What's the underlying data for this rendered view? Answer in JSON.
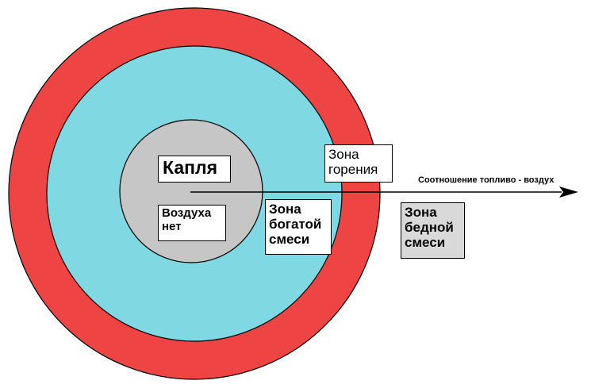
{
  "diagram": {
    "zones": {
      "combustion": {
        "name": "Зона горения",
        "lines": [
          "Зона",
          "горения"
        ],
        "color": "#ef4444"
      },
      "rich": {
        "name": "Зона богатой смеси",
        "lines": [
          "Зона",
          "богатой",
          "смеси"
        ],
        "color": "#7fd8e2"
      },
      "drop": {
        "name": "Капля",
        "color": "#c6c6c6"
      },
      "lean": {
        "name": "Зона бедной смеси",
        "lines": [
          "Зона",
          "бедной",
          "смеси"
        ],
        "box_color": "#d9d9d9"
      }
    },
    "labels": {
      "drop": "Капля",
      "no_air": {
        "lines": [
          "Воздуха",
          "нет"
        ]
      },
      "axis": "Соотношение топливо - воздух"
    }
  }
}
